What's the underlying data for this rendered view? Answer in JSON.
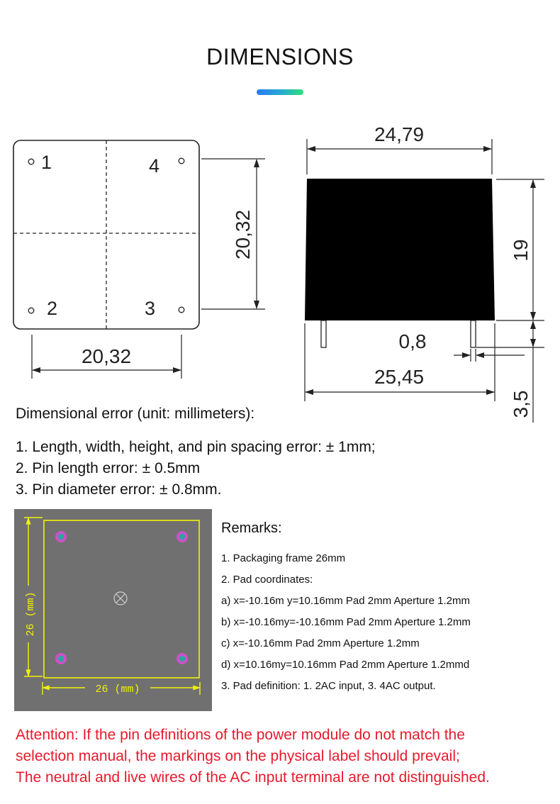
{
  "header": {
    "title": "DIMENSIONS"
  },
  "top_view": {
    "pins": [
      "1",
      "4",
      "2",
      "3"
    ],
    "width_label": "20,32",
    "height_label": "20,32"
  },
  "side_view": {
    "top_width_label": "24,79",
    "height_label": "19",
    "pin_diameter_label": "0,8",
    "bottom_width_label": "25,45",
    "pin_length_label": "3,5"
  },
  "error_section": {
    "heading": "Dimensional error (unit: millimeters):",
    "items": [
      "1. Length, width, height, and pin spacing error: ± 1mm;",
      "2. Pin length error: ± 0.5mm",
      "3. Pin diameter error: ± 0.8mm."
    ]
  },
  "pcb": {
    "horizontal_label": "26 (mm)",
    "vertical_label": "26 (mm)",
    "colors": {
      "background": "#707070",
      "outline": "#f2f20a",
      "pad": "#d04fc8",
      "hole": "#2aa6a0"
    }
  },
  "remarks": {
    "heading": "Remarks:",
    "items": [
      "1. Packaging frame 26mm",
      "2. Pad coordinates:",
      "a) x=-10.16m y=10.16mm Pad 2mm Aperture 1.2mm",
      "b) x=-10.16my=-10.16mm Pad 2mm Aperture 1.2mm",
      "c) x=-10.16mm Pad 2mm Aperture 1.2mm",
      "d) x=10.16my=10.16mm Pad 2mm Aperture 1.2mmd",
      "3. Pad definition: 1. 2AC input, 3. 4AC output."
    ]
  },
  "attention": {
    "lines": [
      "Attention: If the pin definitions of the power module do not match the",
      "selection manual, the markings on the physical label should prevail;",
      "The neutral and live wires of the AC input terminal are not distinguished."
    ],
    "color": "#e8192c"
  }
}
